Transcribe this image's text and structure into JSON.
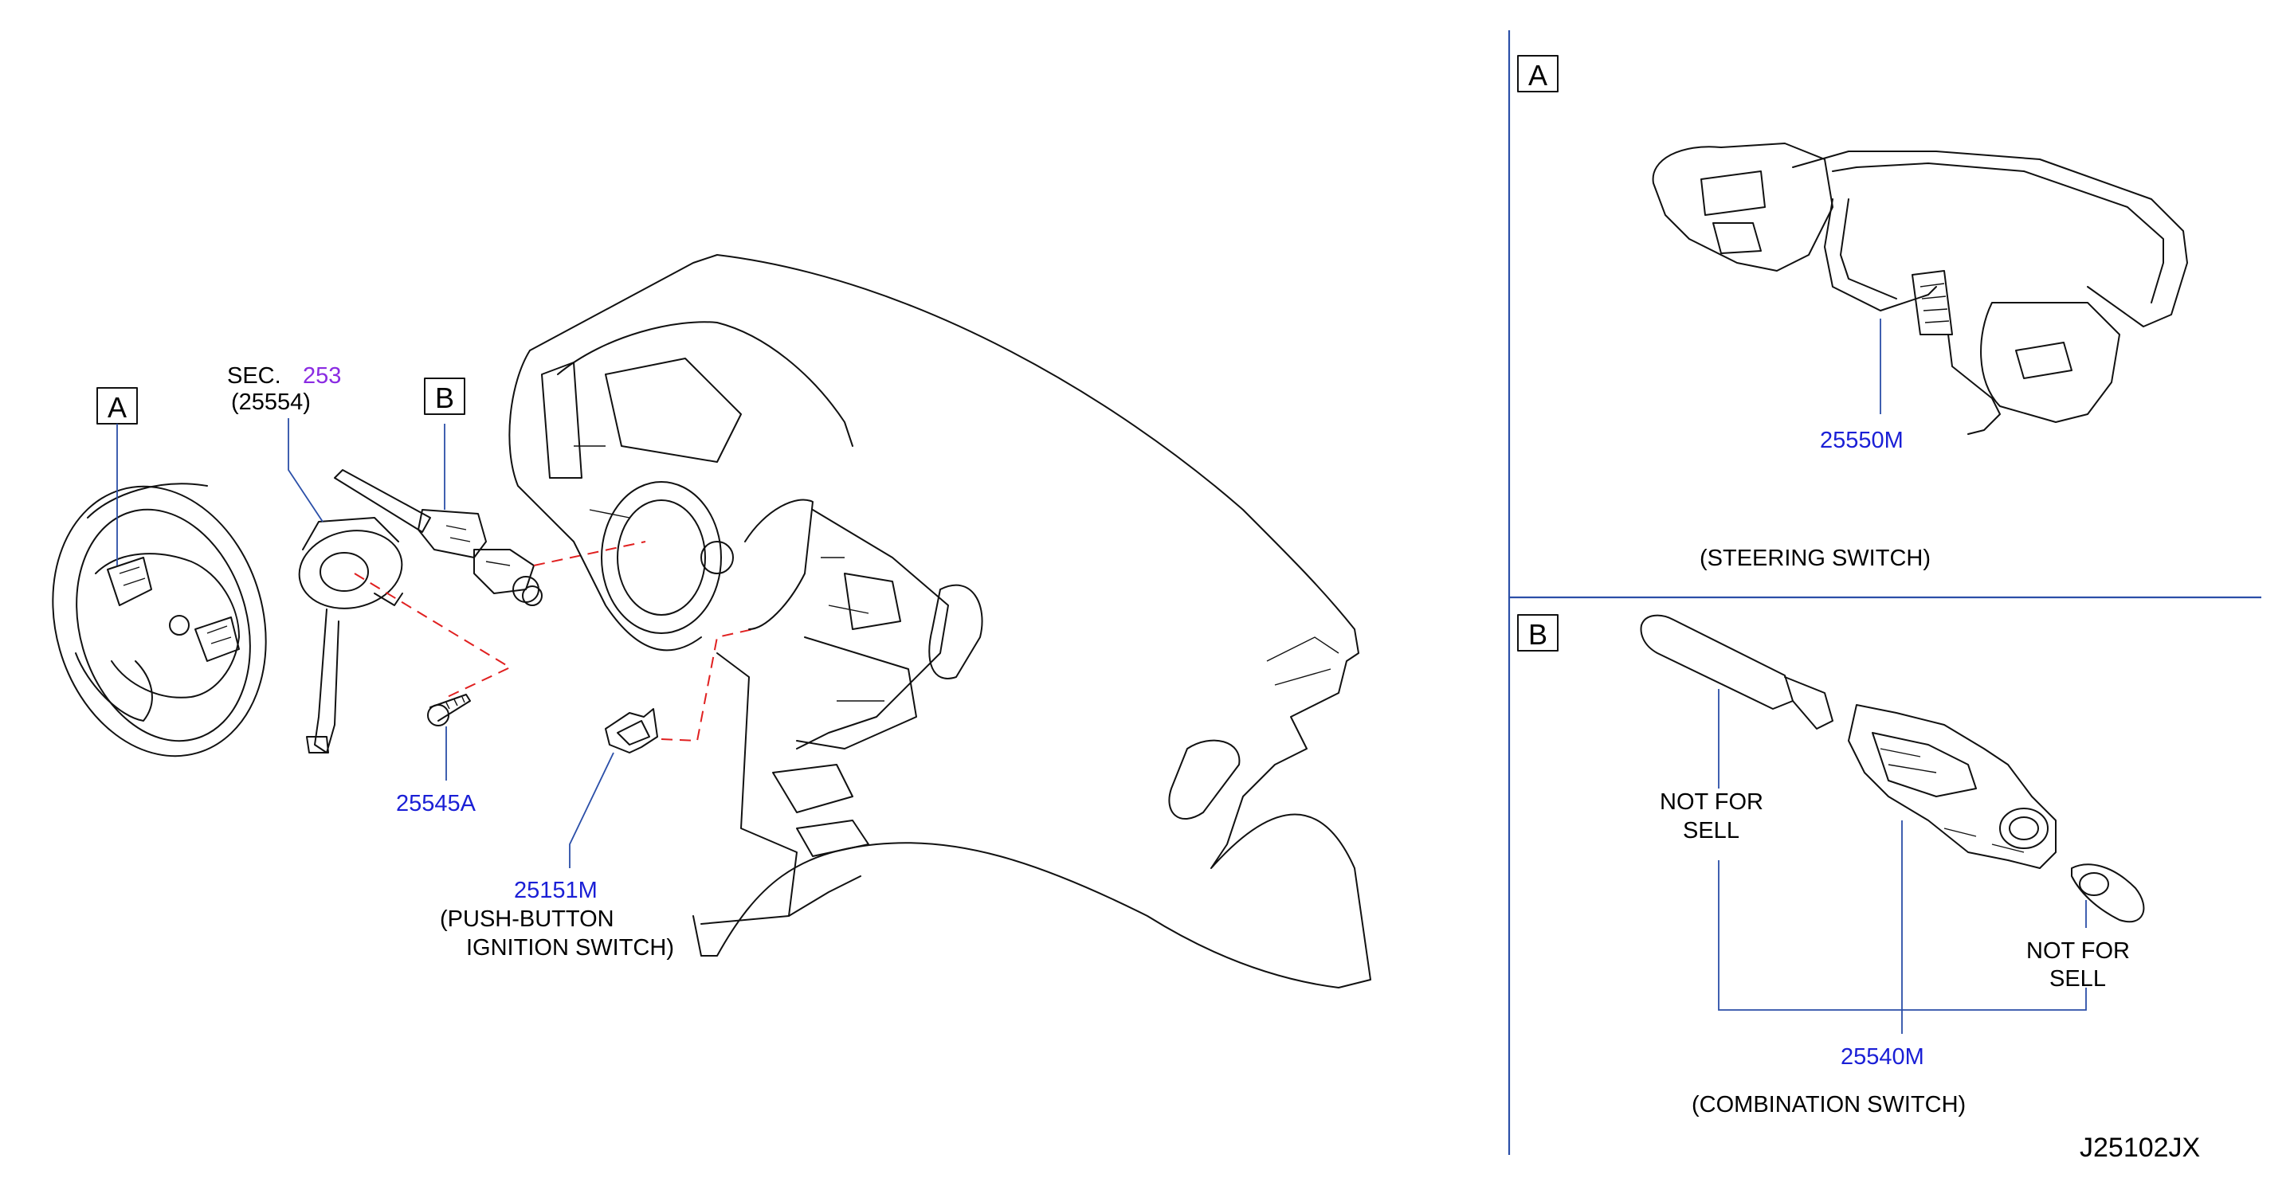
{
  "callouts": {
    "box_a_left": "A",
    "box_b_left": "B",
    "box_a_right": "A",
    "box_b_right": "B"
  },
  "labels": {
    "sec_prefix": "SEC.",
    "sec_number": "253",
    "sec_sub": "(25554)",
    "part_25545a": "25545A",
    "part_25151m": "25151M",
    "push_button_1": "(PUSH-BUTTON",
    "push_button_2": "IGNITION   SWITCH)",
    "part_25550m": "25550M",
    "steering_switch": "(STEERING   SWITCH)",
    "not_for_sell_1a": "NOT   FOR",
    "not_for_sell_1b": "SELL",
    "not_for_sell_2a": "NOT   FOR",
    "not_for_sell_2b": "SELL",
    "part_25540m": "25540M",
    "combination_switch": "(COMBINATION   SWITCH)",
    "diagram_ref": "J25102JX"
  },
  "colors": {
    "part_number": "#1a1fd6",
    "section_number": "#8a2be2",
    "leader_line": "#2b4fa8",
    "dashed_line": "#e02020"
  }
}
